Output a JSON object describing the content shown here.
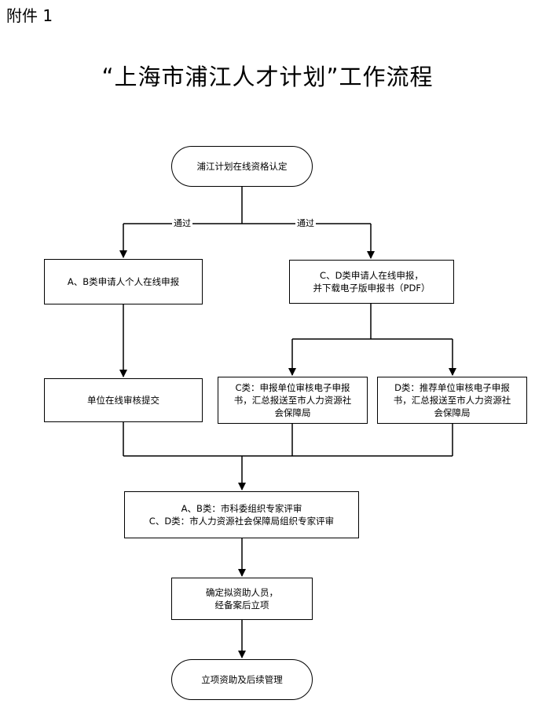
{
  "header": {
    "attachment_label": "附件 1",
    "title": "“上海市浦江人才计划”工作流程"
  },
  "flowchart": {
    "start": "浦江计划在线资格认定",
    "edge_label_left": "通过",
    "edge_label_right": "通过",
    "ab_apply": "A、B类申请人个人在线申报",
    "cd_apply": "C、D类申请人在线申报，\n并下载电子版申报书（PDF）",
    "unit_submit": "单位在线审核提交",
    "c_unit": "C类：申报单位审核电子申报\n书，汇总报送至市人力资源社\n会保障局",
    "d_unit": "D类：推荐单位审核电子申报\n书，汇总报送至市人力资源社\n会保障局",
    "expert_review": "A、B类：市科委组织专家评审\nC、D类：市人力资源社会保障局组织专家评审",
    "confirm": "确定拟资助人员，\n经备案后立项",
    "end": "立项资助及后续管理"
  }
}
